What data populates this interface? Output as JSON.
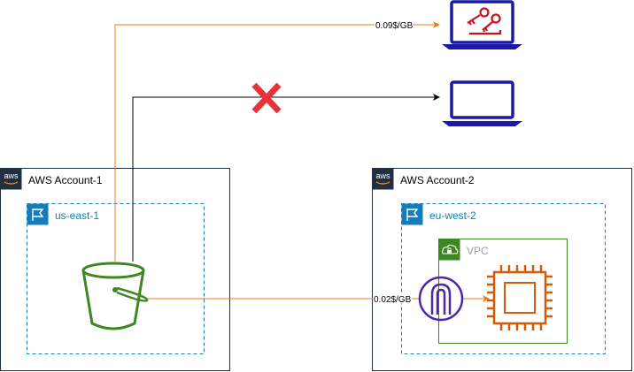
{
  "accounts": [
    {
      "title": "AWS Account-1",
      "region": "us-east-1"
    },
    {
      "title": "AWS Account-2",
      "region": "eu-west-2"
    }
  ],
  "aws_logo_text": "aws",
  "vpc_label": "VPC",
  "edges": {
    "internet_cost": "0.09$/GB",
    "cross_region_cost": "0.02$/GB"
  },
  "colors": {
    "orange": "#ED7D1C",
    "black": "#000000",
    "region_blue": "#147EBA",
    "vpc_green": "#3F8624",
    "s3_green": "#3F8624",
    "ec2_orange": "#D45B07",
    "laptop_blue": "#1A1AA6",
    "key_red": "#C7131F",
    "denied_red": "#E5333A",
    "endpoint_purple": "#4D27AA"
  },
  "icons": [
    "s3-bucket-icon",
    "laptop-with-keys-icon",
    "laptop-icon",
    "denied-x-icon",
    "vpc-endpoint-icon",
    "ec2-instance-icon",
    "region-flag-icon",
    "aws-logo-icon",
    "vpc-cloud-lock-icon"
  ]
}
